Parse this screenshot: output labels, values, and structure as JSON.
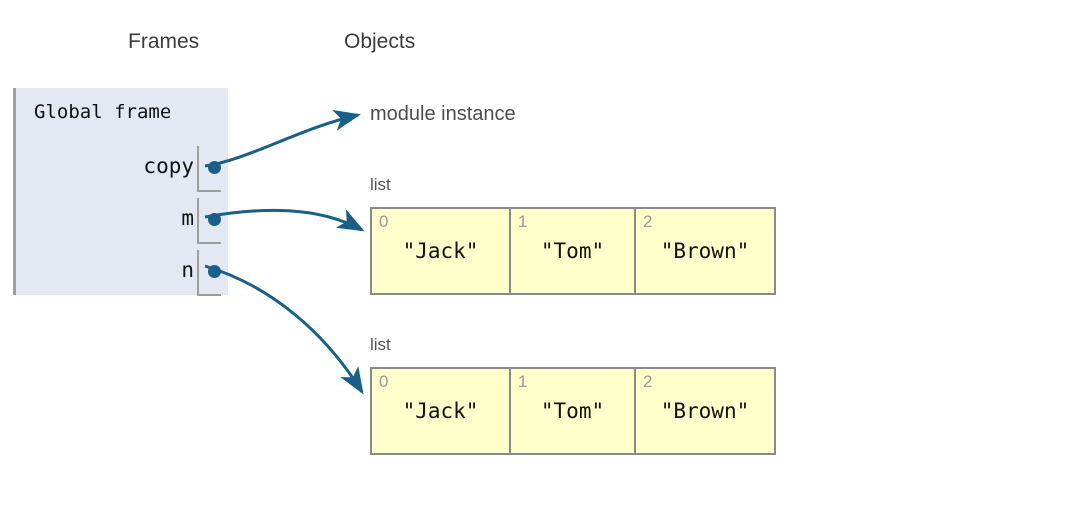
{
  "headers": {
    "frames": "Frames",
    "objects": "Objects"
  },
  "frame": {
    "title": "Global frame",
    "variables": [
      {
        "name": "copy",
        "points_to": "module instance"
      },
      {
        "name": "m",
        "points_to": "list-1"
      },
      {
        "name": "n",
        "points_to": "list-2"
      }
    ]
  },
  "objects": {
    "module_instance": {
      "label": "module instance"
    },
    "list1": {
      "type_label": "list",
      "indices": [
        "0",
        "1",
        "2"
      ],
      "values": [
        "\"Jack\"",
        "\"Tom\"",
        "\"Brown\""
      ]
    },
    "list2": {
      "type_label": "list",
      "indices": [
        "0",
        "1",
        "2"
      ],
      "values": [
        "\"Jack\"",
        "\"Tom\"",
        "\"Brown\""
      ]
    }
  },
  "colors": {
    "frame_background": "#e3e8f3",
    "frame_border": "#9e9e9e",
    "list_background": "#ffffcc",
    "list_border": "#8a8a8a",
    "pointer": "#195f87",
    "index_text": "#9a9a9a",
    "header_text": "#3b3b3b"
  }
}
